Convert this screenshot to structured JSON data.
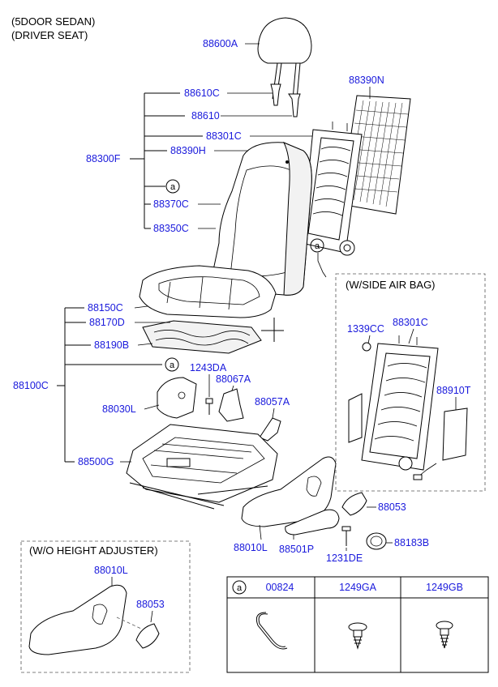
{
  "header": {
    "line1": "(5DOOR SEDAN)",
    "line2": "(DRIVER SEAT)"
  },
  "parts": {
    "p88600A": "88600A",
    "p88610C": "88610C",
    "p88610": "88610",
    "p88390N": "88390N",
    "p88301C": "88301C",
    "p88390H": "88390H",
    "p88300F": "88300F",
    "p88370C": "88370C",
    "p88350C": "88350C",
    "p88150C": "88150C",
    "p88170D": "88170D",
    "p88190B": "88190B",
    "p88100C": "88100C",
    "p1243DA": "1243DA",
    "p88067A": "88067A",
    "p88030L": "88030L",
    "p88057A": "88057A",
    "p88500G": "88500G",
    "p88053": "88053",
    "p88010L": "88010L",
    "p88501P": "88501P",
    "p1231DE": "1231DE",
    "p88183B": "88183B"
  },
  "callout_a": "a",
  "side_airbag": {
    "title": "(W/SIDE AIR BAG)",
    "p1339CC": "1339CC",
    "p88301C": "88301C",
    "p88910T": "88910T"
  },
  "no_height_adjuster": {
    "title": "(W/O HEIGHT ADJUSTER)",
    "p88010L": "88010L",
    "p88053": "88053"
  },
  "legend_table": {
    "key": "a",
    "col1": "00824",
    "col2": "1249GA",
    "col3": "1249GB"
  }
}
